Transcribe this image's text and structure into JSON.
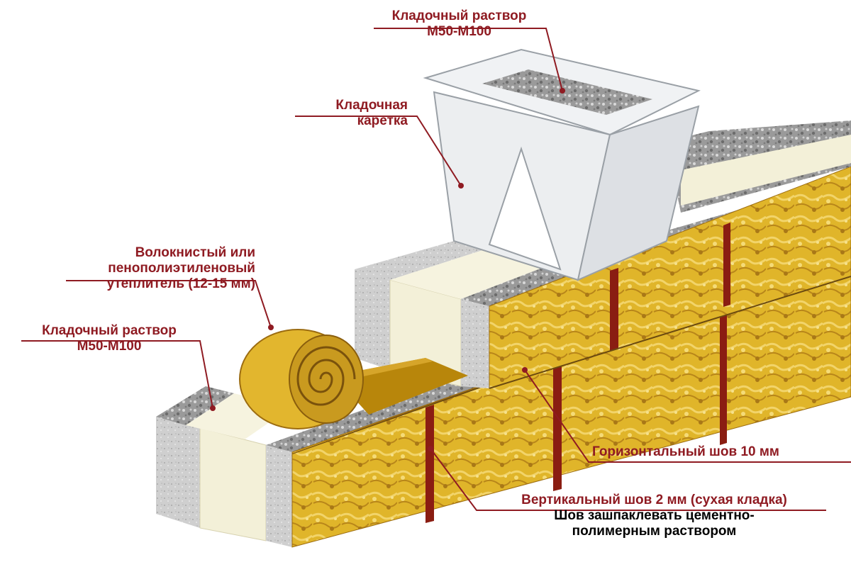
{
  "labels": {
    "mortar_top": {
      "line1": "Кладочный раствор",
      "line2": "М50-М100"
    },
    "carriage": {
      "line1": "Кладочная",
      "line2": "каретка"
    },
    "insulation": {
      "line1": "Волокнистый или",
      "line2": "пенополиэтиленовый",
      "line3": "утеплитель (12-15 мм)"
    },
    "mortar_left": {
      "line1": "Кладочный раствор",
      "line2": "М50-М100"
    },
    "horizontal_joint": {
      "line1": "Горизонтальный шов 10 мм"
    },
    "vertical_joint": {
      "line1": "Вертикальный шов 2 мм (сухая кладка)",
      "line2": "Шов зашпаклевать цементно-",
      "line3": "полимерным раствором"
    }
  },
  "colors": {
    "label_red": "#8f1b22",
    "leader_line": "#8f1b22",
    "block_yellow": "#e0b52a",
    "block_shadow": "#b07c10",
    "joint_red": "#8a1d12",
    "mortar_gray": "#9d9d9d",
    "insulation_cream": "#f3f0d8",
    "carriage_gray": "#eceef0"
  }
}
